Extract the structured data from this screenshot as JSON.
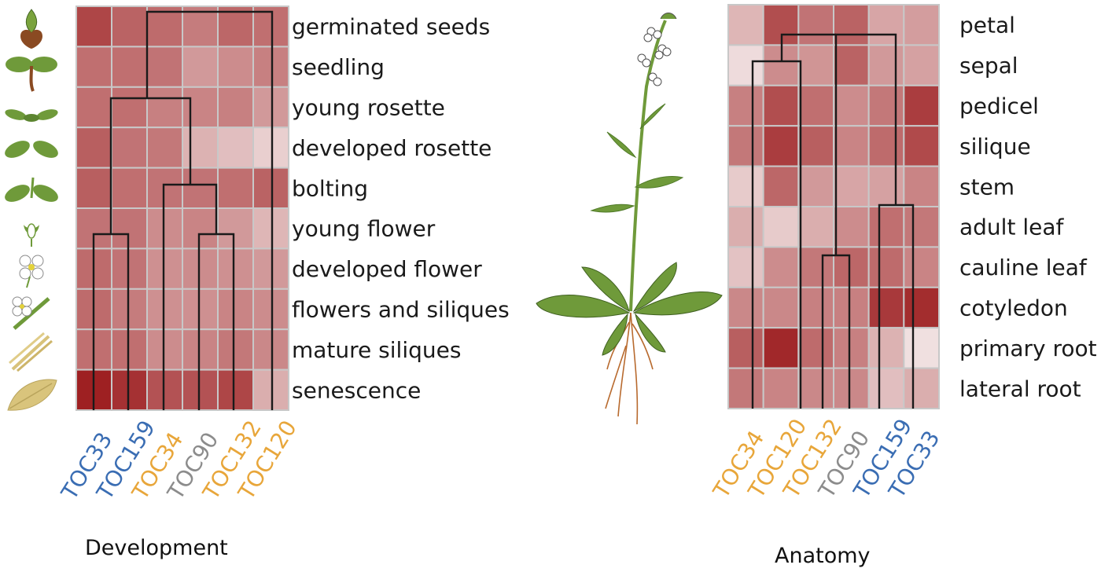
{
  "chart_data": [
    {
      "type": "heatmap",
      "title": "Development",
      "rows": [
        "germinated seeds",
        "seedling",
        "young rosette",
        "developed rosette",
        "bolting",
        "young flower",
        "developed flower",
        "flowers and siliques",
        "mature siliques",
        "senescence"
      ],
      "columns": [
        {
          "name": "TOC33",
          "color": "#3a6db3"
        },
        {
          "name": "TOC159",
          "color": "#3a6db3"
        },
        {
          "name": "TOC34",
          "color": "#e8a63a"
        },
        {
          "name": "TOC90",
          "color": "#8c8c8c"
        },
        {
          "name": "TOC132",
          "color": "#e8a63a"
        },
        {
          "name": "TOC120",
          "color": "#e8a63a"
        }
      ],
      "values": [
        [
          0.8,
          0.66,
          0.62,
          0.54,
          0.64,
          0.6
        ],
        [
          0.6,
          0.6,
          0.58,
          0.4,
          0.46,
          0.52
        ],
        [
          0.6,
          0.6,
          0.52,
          0.5,
          0.52,
          0.4
        ],
        [
          0.68,
          0.58,
          0.56,
          0.28,
          0.22,
          0.14
        ],
        [
          0.68,
          0.6,
          0.58,
          0.58,
          0.6,
          0.66
        ],
        [
          0.58,
          0.58,
          0.46,
          0.5,
          0.4,
          0.26
        ],
        [
          0.62,
          0.58,
          0.44,
          0.46,
          0.44,
          0.4
        ],
        [
          0.62,
          0.54,
          0.44,
          0.44,
          0.5,
          0.46
        ],
        [
          0.6,
          0.6,
          0.46,
          0.5,
          0.56,
          0.48
        ],
        [
          0.98,
          0.9,
          0.74,
          0.74,
          0.8,
          0.3
        ]
      ]
    },
    {
      "type": "heatmap",
      "title": "Anatomy",
      "rows": [
        "petal",
        "sepal",
        "pedicel",
        "silique",
        "stem",
        "adult leaf",
        "cauline leaf",
        "cotyledon",
        "primary root",
        "lateral root"
      ],
      "columns": [
        {
          "name": "TOC34",
          "color": "#e8a63a"
        },
        {
          "name": "TOC120",
          "color": "#e8a63a"
        },
        {
          "name": "TOC132",
          "color": "#e8a63a"
        },
        {
          "name": "TOC90",
          "color": "#8c8c8c"
        },
        {
          "name": "TOC159",
          "color": "#3a6db3"
        },
        {
          "name": "TOC33",
          "color": "#3a6db3"
        }
      ],
      "values": [
        [
          0.26,
          0.76,
          0.58,
          0.66,
          0.34,
          0.38
        ],
        [
          0.08,
          0.46,
          0.42,
          0.66,
          0.4,
          0.36
        ],
        [
          0.52,
          0.76,
          0.6,
          0.46,
          0.56,
          0.84
        ],
        [
          0.56,
          0.84,
          0.68,
          0.5,
          0.62,
          0.78
        ],
        [
          0.16,
          0.64,
          0.4,
          0.34,
          0.36,
          0.5
        ],
        [
          0.3,
          0.16,
          0.3,
          0.46,
          0.6,
          0.56
        ],
        [
          0.2,
          0.46,
          0.56,
          0.64,
          0.62,
          0.5
        ],
        [
          0.48,
          0.48,
          0.52,
          0.52,
          0.86,
          0.92
        ],
        [
          0.68,
          0.94,
          0.62,
          0.52,
          0.28,
          0.06
        ],
        [
          0.56,
          0.5,
          0.48,
          0.48,
          0.22,
          0.3
        ]
      ]
    }
  ],
  "color_scale": {
    "low": "#f5ecec",
    "high": "#9c1c1e"
  },
  "icons": {
    "development": [
      "germinated-seed-icon",
      "seedling-icon",
      "young-rosette-icon",
      "developed-rosette-icon",
      "bolting-icon",
      "young-flower-icon",
      "developed-flower-icon",
      "flowers-and-siliques-icon",
      "mature-siliques-icon",
      "senescence-leaf-icon"
    ],
    "center": "arabidopsis-plant-illustration"
  }
}
